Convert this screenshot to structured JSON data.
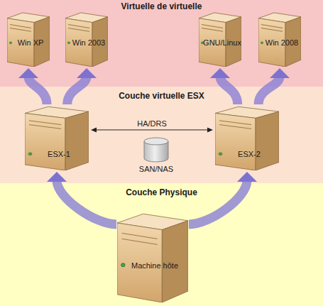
{
  "diagram": {
    "nodes": [
      {
        "text": [
          "Virtuelle de virtuelle"
        ]
      },
      {
        "text": [
          "Win XP"
        ],
        "in": 0
      },
      {
        "text": [
          "Win 2003"
        ],
        "in": 0
      },
      {
        "text": [
          "GNU/Linux"
        ],
        "in": 0
      },
      {
        "text": [
          "Win 2008"
        ],
        "in": 0
      },
      {
        "text": [
          "Couche virtuelle ESX"
        ]
      },
      {
        "text": [
          "ESX-1"
        ],
        "in": 5
      },
      {
        "text": [
          "ESX-2"
        ],
        "in": 5
      },
      {
        "text": [
          "SAN/NAS"
        ],
        "in": 5
      },
      {
        "text": [
          "Couche Physique"
        ]
      },
      {
        "text": [
          "Machine hôte"
        ],
        "in": 9
      }
    ],
    "edges": [
      {
        "from": 6,
        "to": 7,
        "label": "HA/DRS",
        "arrow": "both"
      },
      {
        "from": 10,
        "to": 6,
        "arrow": "to"
      },
      {
        "from": 10,
        "to": 7,
        "arrow": "to"
      },
      {
        "from": 6,
        "to": 1,
        "arrow": "to"
      },
      {
        "from": 6,
        "to": 2,
        "arrow": "to"
      },
      {
        "from": 7,
        "to": 3,
        "arrow": "to"
      },
      {
        "from": 7,
        "to": 4,
        "arrow": "to"
      }
    ]
  }
}
